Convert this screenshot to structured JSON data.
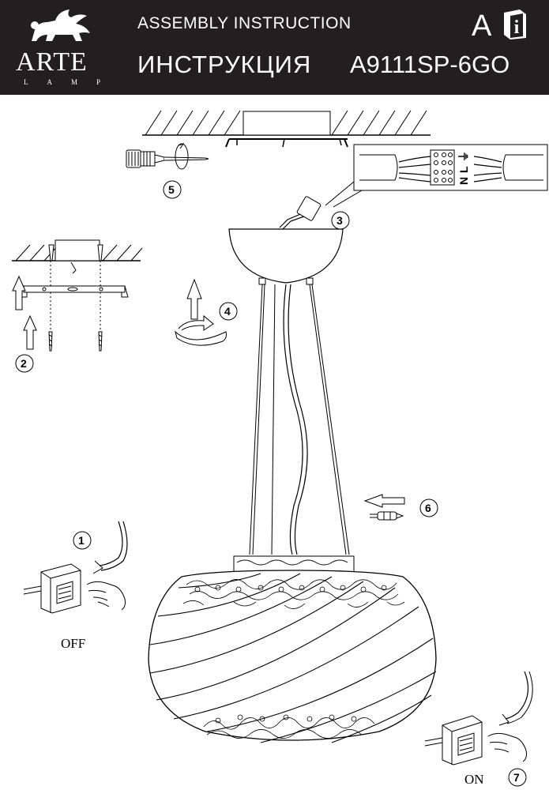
{
  "header": {
    "logo_text": "ARTE",
    "logo_sub": "LAMP",
    "title_en": "ASSEMBLY INSTRUCTION",
    "title_ru": "ИНСТРУКЦИЯ",
    "model": "A9111SP-6GO",
    "section_letter": "A",
    "info_icon": "book-info-icon"
  },
  "steps": [
    "1",
    "2",
    "3",
    "4",
    "5",
    "6",
    "7"
  ],
  "switch_states": {
    "off": "OFF",
    "on": "ON"
  },
  "terminal_labels": [
    "N",
    "L",
    "⏚"
  ],
  "colors": {
    "header_bg": "#231f20",
    "header_text": "#ffffff",
    "ink": "#000000"
  }
}
